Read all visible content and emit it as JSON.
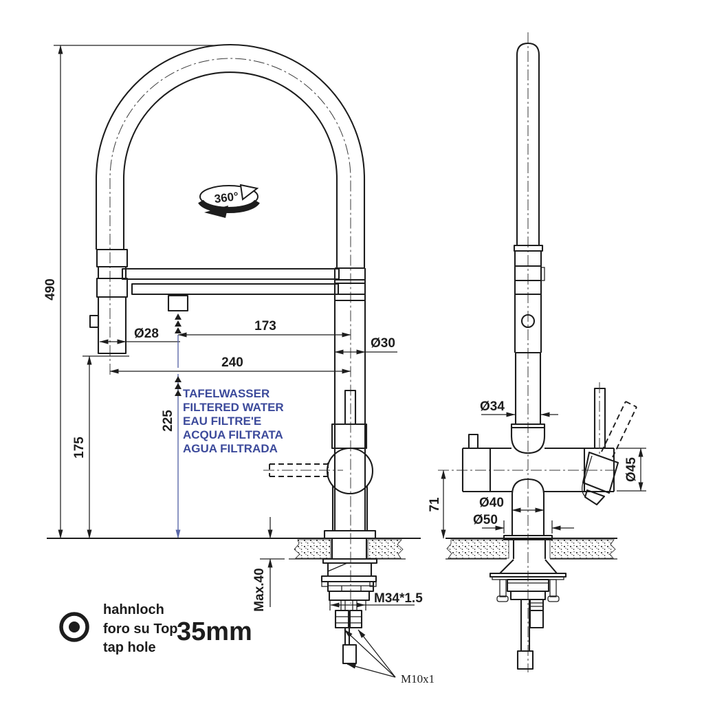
{
  "colors": {
    "ink": "#1d1d1d",
    "accent_blue_text": "#3c4a9b",
    "accent_blue_line": "#5a68a8"
  },
  "front_view": {
    "rotation_label": "360°",
    "water_labels": [
      "TAFELWASSER",
      "FILTERED WATER",
      "EAU FILTRE'E",
      "ACQUA FILTRATA",
      "AGUA FILTRADA"
    ],
    "dims": {
      "total_height": "490",
      "head_to_counter": "175",
      "outlet_to_counter": "225",
      "spray_head_dia": "Ø28",
      "outlet_offset": "173",
      "spout_reach": "240",
      "column_dia": "Ø30",
      "counter_max_thickness": "Max.40",
      "shank_thread": "M34*1.5",
      "hose_thread": "M10x1"
    }
  },
  "side_view": {
    "dims": {
      "holder_dia": "Ø34",
      "body_height": "71",
      "column_dia": "Ø40",
      "flange_dia": "Ø50",
      "handle_dia": "Ø45"
    }
  },
  "tap_hole_note": {
    "label_de": "hahnloch",
    "label_it": "foro su Top",
    "label_en": "tap hole",
    "size": "35mm"
  }
}
